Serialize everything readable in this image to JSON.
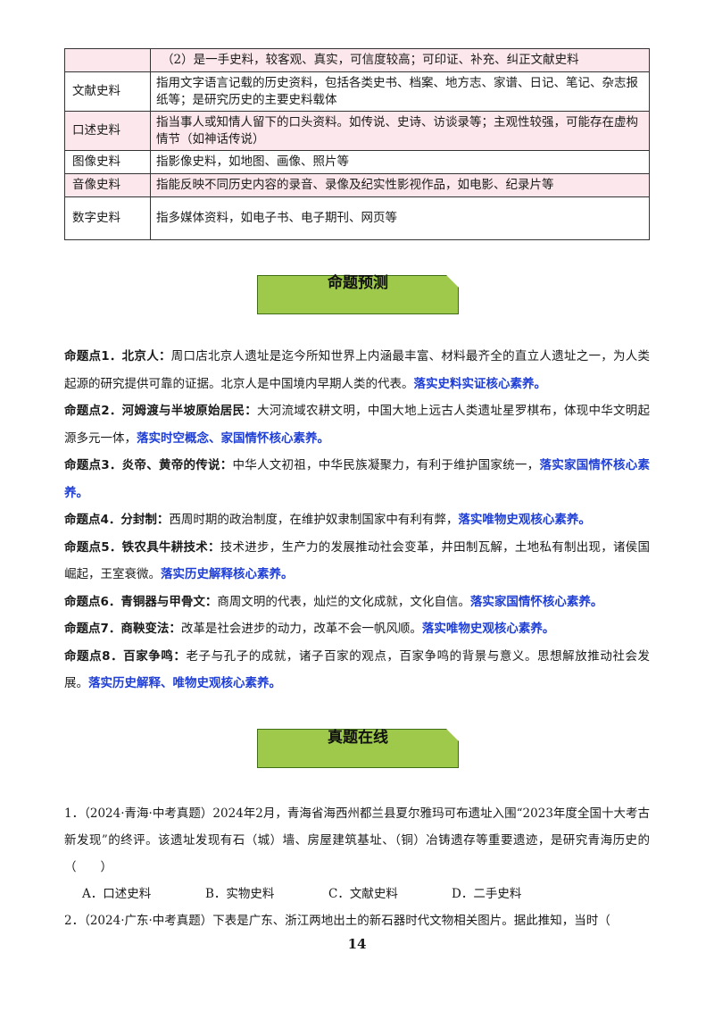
{
  "table": {
    "rows": [
      {
        "name": "",
        "desc": "（2）是一手史料，较客观、真实，可信度较高；可印证、补充、纠正文献史料",
        "pink": true
      },
      {
        "name": "文献史料",
        "desc": "指用文字语言记载的历史资料，包括各类史书、档案、地方志、家谱、日记、笔记、杂志报纸等；是研究历史的主要史料载体",
        "pink": false
      },
      {
        "name": "口述史料",
        "desc": "指当事人或知情人留下的口头资料。如传说、史诗、访谈录等；主观性较强，可能存在虚构情节（如神话传说）",
        "pink": true
      },
      {
        "name": "图像史料",
        "desc": "指影像史料，如地图、画像、照片等",
        "pink": false
      },
      {
        "name": "音像史料",
        "desc": "指能反映不同历史内容的录音、录像及纪实性影视作品，如电影、纪录片等",
        "pink": true
      },
      {
        "name": "数字史料",
        "desc": "指多媒体资料，如电子书、电子期刊、网页等",
        "pink": false
      }
    ]
  },
  "section1": {
    "title": "命题预测"
  },
  "points": [
    {
      "label": "命题点1．北京人：",
      "text": "周口店北京人遗址是迄今所知世界上内涵最丰富、材料最齐全的直立人遗址之一，为人类起源的研究提供可靠的证据。北京人是中国境内早期人类的代表。",
      "highlight": "落实史料实证核心素养。"
    },
    {
      "label": "命题点2．河姆渡与半坡原始居民：",
      "text": "大河流域农耕文明，中国大地上远古人类遗址星罗棋布，体现中华文明起源多元一体，",
      "highlight": "落实时空概念、家国情怀核心素养。"
    },
    {
      "label": "命题点3．炎帝、黄帝的传说：",
      "text": "中华人文初祖，中华民族凝聚力，有利于维护国家统一，",
      "highlight": "落实家国情怀核心素养。"
    },
    {
      "label": "命题点4．分封制：",
      "text": "西周时期的政治制度，在维护奴隶制国家中有利有弊，",
      "highlight": "落实唯物史观核心素养。"
    },
    {
      "label": "命题点5．铁农具牛耕技术：",
      "text": "技术进步，生产力的发展推动社会变革，井田制瓦解，土地私有制出现，诸侯国崛起，王室衰微。",
      "highlight": "落实历史解释核心素养。"
    },
    {
      "label": "命题点6．青铜器与甲骨文：",
      "text": "商周文明的代表，灿烂的文化成就，文化自信。",
      "highlight": "落实家国情怀核心素养。"
    },
    {
      "label": "命题点7．商鞅变法：",
      "text": "改革是社会进步的动力，改革不会一帆风顺。",
      "highlight": "落实唯物史观核心素养。"
    },
    {
      "label": "命题点8．百家争鸣：",
      "text": "老子与孔子的成就，诸子百家的观点，百家争鸣的背景与意义。思想解放推动社会发展。",
      "highlight": "落实历史解释、唯物史观核心素养。"
    }
  ],
  "section2": {
    "title": "真题在线"
  },
  "questions": {
    "q1": "1．（2024·青海·中考真题）2024年2月，青海省海西州都兰县夏尔雅玛可布遗址入围“2023年度全国十大考古新发现”的终评。该遗址发现有石（城）墙、房屋建筑基址、（铜）冶铸遗存等重要遗迹，是研究青海历史的（　　）",
    "q1_options": [
      "A．口述史料",
      "B．实物史料",
      "C．文献史料",
      "D．二手史料"
    ],
    "q2": "2．（2024·广东·中考真题）下表是广东、浙江两地出土的新石器时代文物相关图片。据此推知，当时（"
  },
  "page_number": "14"
}
